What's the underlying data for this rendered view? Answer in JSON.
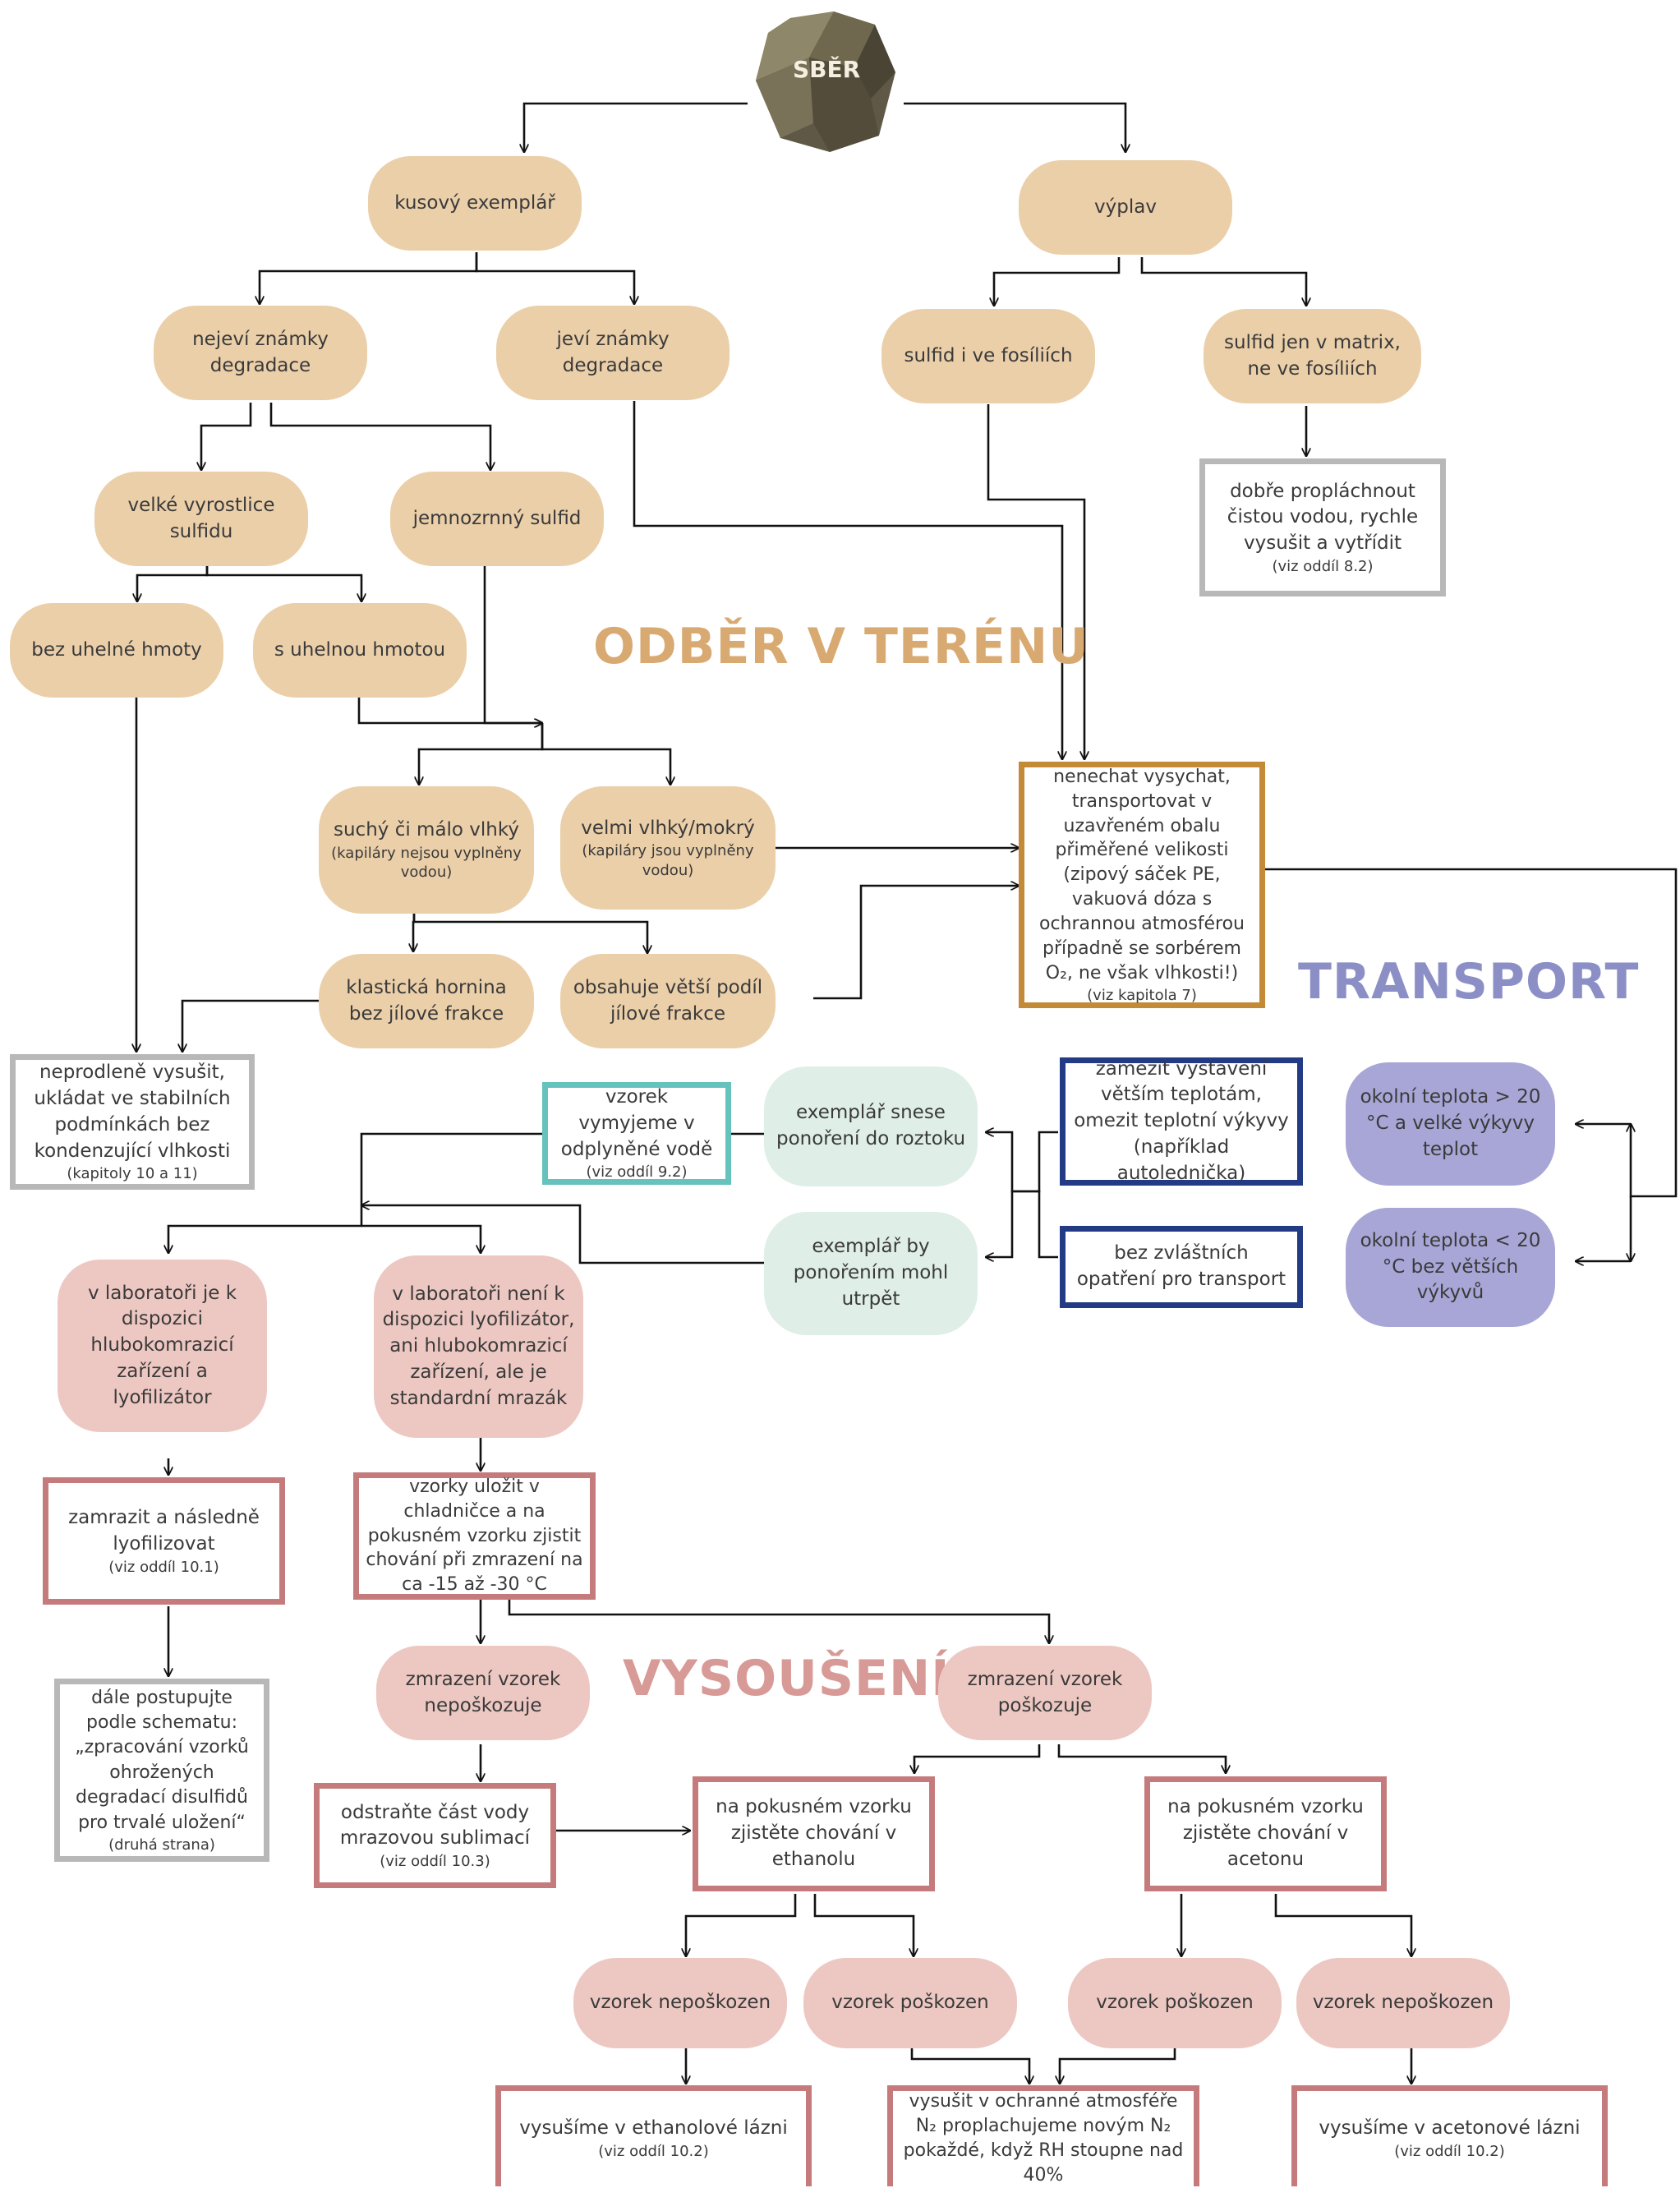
{
  "colors": {
    "tan": "#ebcfa9",
    "pink": "#edc8c2",
    "mint": "#dfeee6",
    "lavender": "#a8a6d6",
    "gold": "#c38a38",
    "navy": "#233a85",
    "teal": "#66c2bc",
    "rose": "#c57b7b",
    "gray": "#b8b8b8"
  },
  "sections": {
    "field": "ODBĚR V TERÉNU",
    "transport": "TRANSPORT",
    "drying": "VYSOUŠENÍ"
  },
  "top": {
    "label": "SBĚR",
    "icon": "rock-icon"
  },
  "nodes": {
    "kusovy": {
      "text": "kusový exemplář"
    },
    "vyplav": {
      "text": "výplav"
    },
    "nejevi": {
      "text": "nejeví známky degradace"
    },
    "jevi": {
      "text": "jeví známky degradace"
    },
    "sulfid_fos": {
      "text": "sulfid i ve fosíliích"
    },
    "sulfid_matrix": {
      "text": "sulfid jen v matrix, ne ve fosíliích"
    },
    "proplachnout": {
      "text": "dobře propláchnout čistou vodou, rychle vysušit a vytřídit",
      "note": "(viz oddíl 8.2)"
    },
    "velke": {
      "text": "velké vyrostlice sulfidu"
    },
    "jemno": {
      "text": "jemnozrnný sulfid"
    },
    "bez_uhel": {
      "text": "bez uhelné hmoty"
    },
    "s_uhel": {
      "text": "s uhelnou hmotou"
    },
    "sucho": {
      "text": "suchý či málo vlhký",
      "note": "(kapiláry nejsou vyplněny vodou)"
    },
    "mokry": {
      "text": "velmi vlhký/mokrý",
      "note": "(kapiláry jsou vyplněny vodou)"
    },
    "nenechat": {
      "text": "nenechat vysychat, transportovat v uzavřeném obalu přiměřené velikosti (zipový sáček PE, vakuová dóza s ochrannou atmosférou případně se sorbérem O₂, ne však vlhkosti!)",
      "note": "(viz kapitola 7)"
    },
    "klasticka": {
      "text": "klastická hornina bez jílové frakce"
    },
    "jilova": {
      "text": "obsahuje větší podíl jílové frakce"
    },
    "neprodlene": {
      "text": "neprodleně vysušit, ukládat ve stabilních podmínkách bez kondenzující vlhkosti",
      "note": "(kapitoly 10 a 11)"
    },
    "vymyjeme": {
      "text": "vzorek vymyjeme v odplyněné vodě",
      "note": "(viz oddíl 9.2)"
    },
    "snese": {
      "text": "exemplář snese ponoření do roztoku"
    },
    "zamezit": {
      "text": "zamezit vystavení větším teplotám, omezit teplotní výkyvy (například autolednička)"
    },
    "teplota_hi": {
      "text": "okolní teplota > 20 °C a velké výkyvy teplot"
    },
    "utrpet": {
      "text": "exemplář by ponořením mohl utrpět"
    },
    "bez_opatreni": {
      "text": "bez zvláštních opatření pro transport"
    },
    "teplota_lo": {
      "text": "okolní teplota < 20 °C bez větších výkyvů"
    },
    "lab_je": {
      "text": "v laboratoři je k dispozici hlubokomrazicí zařízení a lyofilizátor"
    },
    "lab_neni": {
      "text": "v laboratoři není k dispozici lyofilizátor, ani hlubokomrazicí zařízení, ale je standardní mrazák"
    },
    "zamrazit": {
      "text": "zamrazit a následně lyofilizovat",
      "note": "(viz oddíl 10.1)"
    },
    "ulozit": {
      "text": "vzorky uložit v chladničce a na pokusném vzorku zjistit chování při zmrazení na ca -15 až -30 °C"
    },
    "dale": {
      "text": "dále postupujte podle schematu: „zpracování vzorků ohrožených degradací disulfidů pro trvalé uložení“",
      "note": "(druhá strana)"
    },
    "nepo": {
      "text": "zmrazení vzorek nepoškozuje"
    },
    "po": {
      "text": "zmrazení vzorek poškozuje"
    },
    "odstrante": {
      "text": "odstraňte část vody mrazovou sublimací",
      "note": "(viz oddíl 10.3)"
    },
    "ethanol": {
      "text": "na pokusném vzorku zjistěte chování v ethanolu"
    },
    "aceton": {
      "text": "na pokusném vzorku zjistěte chování v acetonu"
    },
    "e_nepo": {
      "text": "vzorek nepoškozen"
    },
    "e_po": {
      "text": "vzorek poškozen"
    },
    "a_po": {
      "text": "vzorek poškozen"
    },
    "a_nepo": {
      "text": "vzorek nepoškozen"
    },
    "eth_bath": {
      "text": "vysušíme v ethanolové lázni",
      "note": "(viz oddíl 10.2)"
    },
    "atm": {
      "text": "vysušit v ochranné atmosféře N₂ proplachujeme novým N₂ pokaždé, když RH stoupne nad 40%"
    },
    "ace_bath": {
      "text": "vysušíme v acetonové lázni",
      "note": "(viz oddíl 10.2)"
    }
  }
}
